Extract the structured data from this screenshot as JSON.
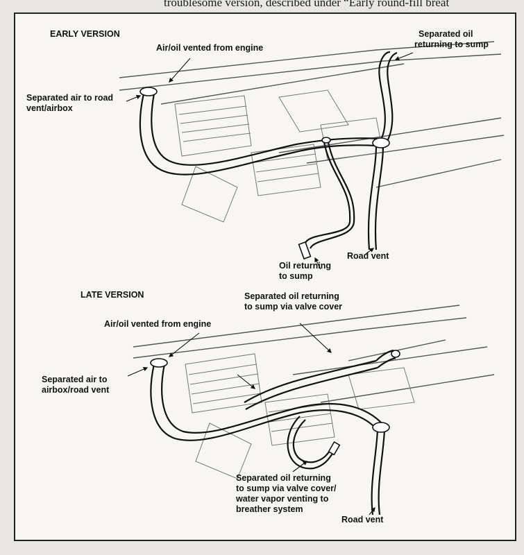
{
  "page": {
    "header_text": "troublesome version, described under “Early round-fill breat"
  },
  "diagram": {
    "early": {
      "title": "EARLY VERSION",
      "labels": {
        "air_oil_vented": "Air/oil vented from engine",
        "separated_air_line1": "Separated air to road",
        "separated_air_line2": "vent/airbox",
        "separated_oil_return_line1": "Separated oil",
        "separated_oil_return_line2": "returning to sump",
        "oil_returning_line1": "Oil returning",
        "oil_returning_line2": "to sump",
        "road_vent": "Road vent"
      }
    },
    "late": {
      "title": "LATE VERSION",
      "labels": {
        "air_oil_vented": "Air/oil vented from engine",
        "separated_air_line1": "Separated air to",
        "separated_air_line2": "airbox/road vent",
        "separated_oil_valve_line1": "Separated oil returning",
        "separated_oil_valve_line2": "to sump via valve cover",
        "separated_oil_water_line1": "Separated oil returning",
        "separated_oil_water_line2": "to sump via valve cover/",
        "separated_oil_water_line3": "water vapor venting to",
        "separated_oil_water_line4": "breather system",
        "road_vent": "Road vent"
      }
    }
  }
}
